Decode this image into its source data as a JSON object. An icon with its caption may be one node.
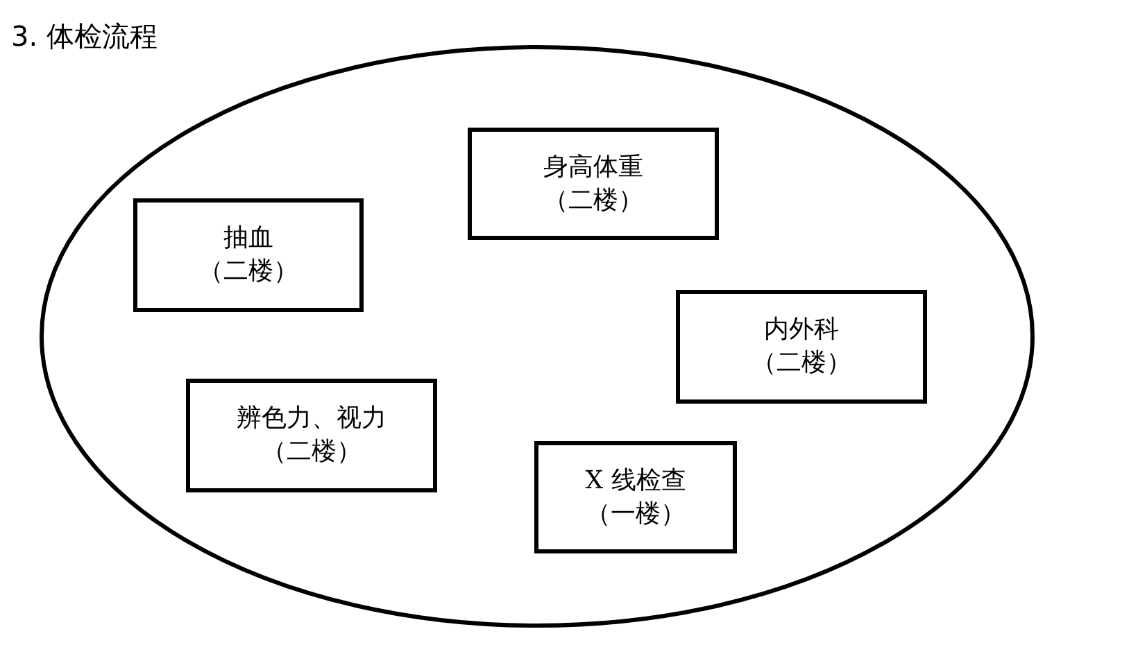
{
  "diagram": {
    "title": "3. 体检流程",
    "nodes": [
      {
        "text": [],
        "shape": "ellipse"
      },
      {
        "text": [
          "身高体重",
          "（二楼）"
        ],
        "in": 0
      },
      {
        "text": [
          "抽血",
          "（二楼）"
        ],
        "in": 0
      },
      {
        "text": [
          "内外科",
          "（二楼）"
        ],
        "in": 0
      },
      {
        "text": [
          "辨色力、视力",
          "（二楼）"
        ],
        "in": 0
      },
      {
        "text": [
          "X 线检查",
          "（一楼）"
        ],
        "in": 0
      }
    ]
  }
}
